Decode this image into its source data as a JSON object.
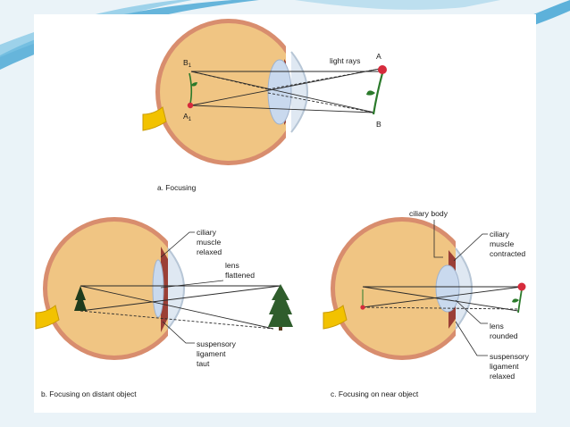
{
  "colors": {
    "background": "#eaf3f8",
    "accent_wave": "#3aa0d2",
    "sclera": "#d88d6e",
    "vitreous": "#f0c583",
    "lens": "#c9d9ee",
    "optic_nerve": "#f2c200",
    "rose": "#d62b3c",
    "tree": "#2f5d2c"
  },
  "panel_a": {
    "caption": "a. Focusing",
    "light_rays": "light rays",
    "point_A": "A",
    "point_B": "B",
    "point_A1": "A",
    "point_A1_sub": "1",
    "point_B1": "B",
    "point_B1_sub": "1"
  },
  "panel_b": {
    "caption": "b. Focusing on distant object",
    "ciliary_muscle": [
      "ciliary",
      "muscle",
      "relaxed"
    ],
    "lens": [
      "lens",
      "flattened"
    ],
    "ligament": [
      "suspensory",
      "ligament",
      "taut"
    ]
  },
  "panel_c": {
    "caption": "c. Focusing on near object",
    "ciliary_body": "ciliary body",
    "ciliary_muscle": [
      "ciliary",
      "muscle",
      "contracted"
    ],
    "lens": [
      "lens",
      "rounded"
    ],
    "ligament": [
      "suspensory",
      "ligament",
      "relaxed"
    ]
  }
}
